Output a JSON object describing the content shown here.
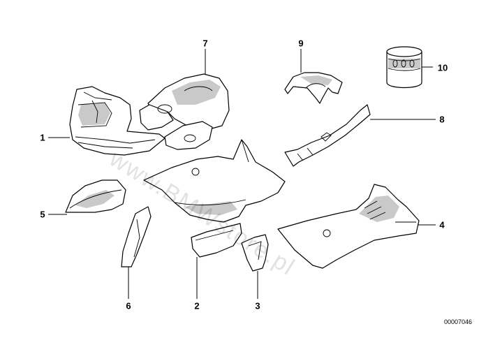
{
  "callouts": {
    "c1": "1",
    "c2": "2",
    "c3": "3",
    "c4": "4",
    "c5": "5",
    "c6": "6",
    "c7": "7",
    "c8": "8",
    "c9": "9",
    "c10": "10"
  },
  "diagram_code": "00007046",
  "watermark": "www.BMWstore.pl"
}
